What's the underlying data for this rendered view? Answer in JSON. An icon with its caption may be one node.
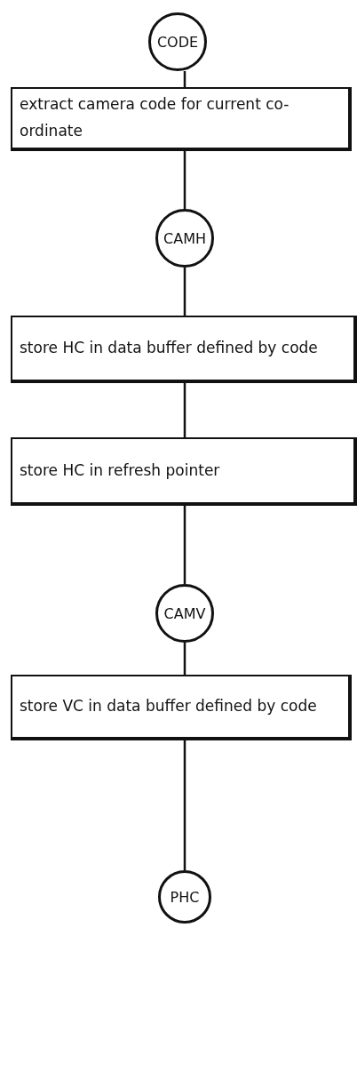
{
  "diagram": {
    "nodes": [
      {
        "text": [
          "CODE"
        ]
      },
      {
        "text": [
          "extract camera code for current co-ordinate"
        ]
      },
      {
        "text": [
          "CAMH"
        ]
      },
      {
        "text": [
          "store HC in data buffer defined by code"
        ]
      },
      {
        "text": [
          "store HC in refresh pointer"
        ]
      },
      {
        "text": [
          "CAMV"
        ]
      },
      {
        "text": [
          "store VC in data buffer defined by code"
        ]
      },
      {
        "text": [
          "PHC"
        ]
      }
    ],
    "edges": [
      {
        "from": 0,
        "to": 1,
        "arrow": "none"
      },
      {
        "from": 1,
        "to": 2,
        "arrow": "none"
      },
      {
        "from": 2,
        "to": 3,
        "arrow": "none"
      },
      {
        "from": 3,
        "to": 4,
        "arrow": "none"
      },
      {
        "from": 4,
        "to": 5,
        "arrow": "none"
      },
      {
        "from": 5,
        "to": 6,
        "arrow": "none"
      },
      {
        "from": 6,
        "to": 7,
        "arrow": "none"
      }
    ]
  }
}
